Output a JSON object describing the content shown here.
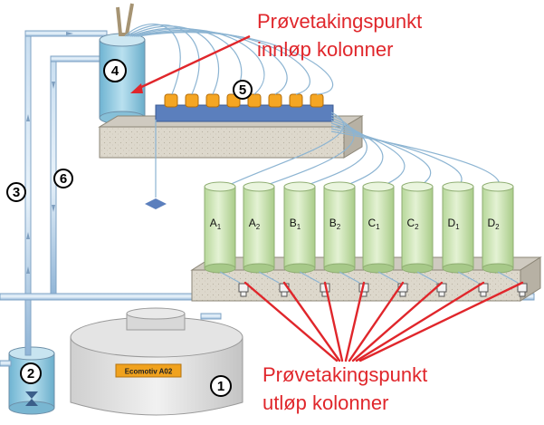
{
  "labels": {
    "inlet_line1": "Prøvetakingspunkt",
    "inlet_line2": "innløp kolonner",
    "outlet_line1": "Prøvetakingspunkt",
    "outlet_line2": "utløp kolonner",
    "tank_sign": "Ecomotiv A02"
  },
  "markers": [
    "1",
    "2",
    "3",
    "4",
    "5",
    "6"
  ],
  "columns": [
    {
      "letter": "A",
      "index": "1"
    },
    {
      "letter": "A",
      "index": "2"
    },
    {
      "letter": "B",
      "index": "1"
    },
    {
      "letter": "B",
      "index": "2"
    },
    {
      "letter": "C",
      "index": "1"
    },
    {
      "letter": "C",
      "index": "2"
    },
    {
      "letter": "D",
      "index": "1"
    },
    {
      "letter": "D",
      "index": "2"
    }
  ],
  "colors": {
    "annotation_red": "#e0262b",
    "pipe_blue": "#9fc3e3",
    "column_green": "#cfe6b4",
    "water_blue": "#8ec8e0",
    "cap_orange": "#f5a623",
    "concrete": "#d9d4c8"
  }
}
